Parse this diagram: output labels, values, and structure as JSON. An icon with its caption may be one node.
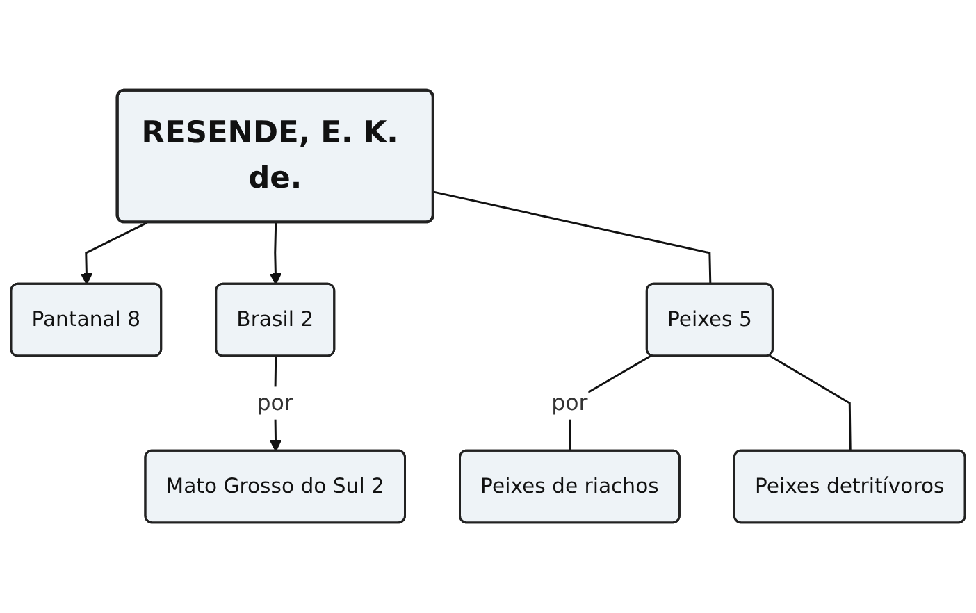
{
  "diagram": {
    "nodes": [
      {
        "text": [
          "RESENDE, E. K. de."
        ]
      },
      {
        "text": [
          "Pantanal 8"
        ]
      },
      {
        "text": [
          "Brasil 2"
        ]
      },
      {
        "text": [
          "Mato Grosso do Sul 2"
        ]
      },
      {
        "text": [
          "Peixes 5"
        ]
      },
      {
        "text": [
          "Peixes de riachos"
        ]
      },
      {
        "text": [
          "Peixes detritívoros"
        ]
      }
    ],
    "edges": [
      {
        "from": 0,
        "to": 1,
        "arrow": "to"
      },
      {
        "from": 0,
        "to": 2,
        "arrow": "to"
      },
      {
        "from": 2,
        "to": 3,
        "arrow": "to",
        "label": "por"
      },
      {
        "from": 0,
        "to": 4,
        "arrow": "none"
      },
      {
        "from": 4,
        "to": 5,
        "arrow": "none",
        "label": "por"
      },
      {
        "from": 4,
        "to": 6,
        "arrow": "none"
      }
    ]
  }
}
